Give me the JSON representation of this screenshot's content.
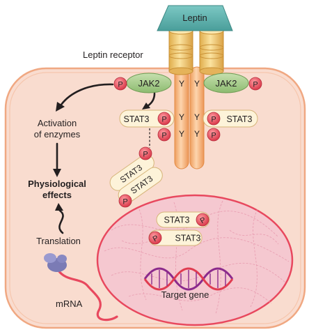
{
  "labels": {
    "leptin": "Leptin",
    "leptin_receptor": "Leptin receptor",
    "jak2_left": "JAK2",
    "jak2_right": "JAK2",
    "stat3_left": "STAT3",
    "stat3_right": "STAT3",
    "stat3_dimer_a": "STAT3",
    "stat3_dimer_b": "STAT3",
    "stat3_nuc_a": "STAT3",
    "stat3_nuc_b": "STAT3",
    "phosphate": "P",
    "tyrosine": "Y",
    "activation_line1": "Activation",
    "activation_line2": "of enzymes",
    "physiological_line1": "Physiological",
    "physiological_line2": "effects",
    "translation": "Translation",
    "mrna": "mRNA",
    "target_gene": "Target gene"
  },
  "colors": {
    "cell_fill": "#f9dccf",
    "cell_border": "#f0a882",
    "nucleus_fill": "#f5c8d0",
    "nucleus_border": "#e8485e",
    "leptin": "#5fb3b0",
    "receptor": "#f0c870",
    "receptor_trunk": "#f5b57a",
    "jak2": "#a6cc8a",
    "stat3": "#fdf3d9",
    "phosphate": "#e8505b",
    "ribosome": "#7b7bb5",
    "mrna": "#e8485e",
    "dna_purple": "#8b2a8c",
    "dna_red": "#e03c50"
  }
}
